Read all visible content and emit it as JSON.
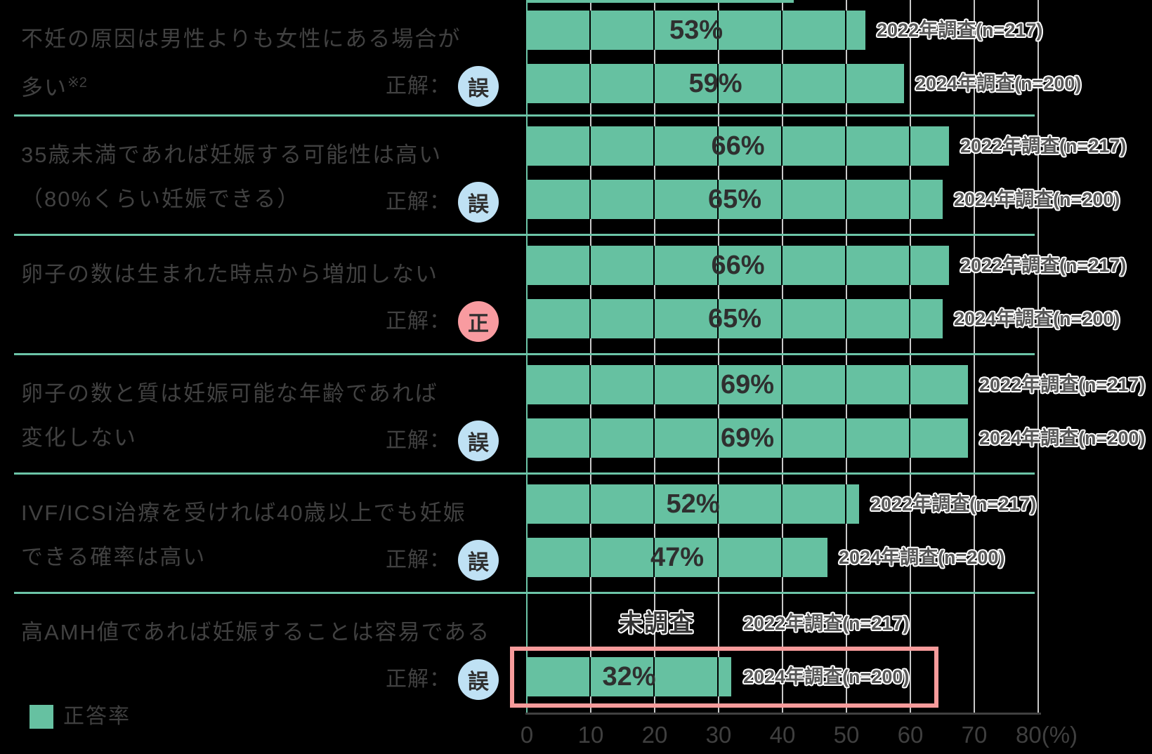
{
  "chart_data": {
    "type": "bar",
    "orientation": "horizontal",
    "unit": "%",
    "xlim": [
      0,
      80
    ],
    "xtick_labels": [
      "0",
      "10",
      "20",
      "30",
      "40",
      "50",
      "60",
      "70",
      "80(%)"
    ],
    "grid": true,
    "legend": {
      "label": "正答率"
    },
    "answer_prefix": "正解：",
    "not_surveyed_label": "未調査",
    "groups": [
      {
        "question_lines": [
          "不妊の原因は男性よりも女性にある場合が",
          "多い"
        ],
        "question_sup": "※2",
        "answer": "誤",
        "answer_type": "wrong",
        "bars": [
          {
            "series": "2022年調査(n=217)",
            "value": 53,
            "display": "53%"
          },
          {
            "series": "2024年調査(n=200)",
            "value": 59,
            "display": "59%"
          }
        ]
      },
      {
        "question_lines": [
          "35歳未満であれば妊娠する可能性は高い",
          "（80%くらい妊娠できる）"
        ],
        "answer": "誤",
        "answer_type": "wrong",
        "bars": [
          {
            "series": "2022年調査(n=217)",
            "value": 66,
            "display": "66%"
          },
          {
            "series": "2024年調査(n=200)",
            "value": 65,
            "display": "65%"
          }
        ]
      },
      {
        "question_lines": [
          "卵子の数は生まれた時点から増加しない"
        ],
        "answer": "正",
        "answer_type": "right",
        "bars": [
          {
            "series": "2022年調査(n=217)",
            "value": 66,
            "display": "66%"
          },
          {
            "series": "2024年調査(n=200)",
            "value": 65,
            "display": "65%"
          }
        ]
      },
      {
        "question_lines": [
          "卵子の数と質は妊娠可能な年齢であれば",
          "変化しない"
        ],
        "answer": "誤",
        "answer_type": "wrong",
        "bars": [
          {
            "series": "2022年調査(n=217)",
            "value": 69,
            "display": "69%"
          },
          {
            "series": "2024年調査(n=200)",
            "value": 69,
            "display": "69%"
          }
        ]
      },
      {
        "question_lines": [
          "IVF/ICSI治療を受ければ40歳以上でも妊娠",
          "できる確率は高い"
        ],
        "answer": "誤",
        "answer_type": "wrong",
        "bars": [
          {
            "series": "2022年調査(n=217)",
            "value": 52,
            "display": "52%"
          },
          {
            "series": "2024年調査(n=200)",
            "value": 47,
            "display": "47%"
          }
        ]
      },
      {
        "question_lines": [
          "高AMH値であれば妊娠することは容易である"
        ],
        "answer": "誤",
        "answer_type": "wrong",
        "bars": [
          {
            "series": "2022年調査(n=217)",
            "value": null,
            "display": "未調査",
            "not_surveyed": true
          },
          {
            "series": "2024年調査(n=200)",
            "value": 32,
            "display": "32%",
            "highlighted": true
          }
        ]
      }
    ],
    "colors": {
      "bar": "#66c1a1",
      "separator_line": "#6cc4a7",
      "gridline": "#c9c9c9",
      "highlight_box": "#f79b9b",
      "answer_wrong_circle": "#bfe1f4",
      "answer_right_circle": "#f89ba0",
      "background": "#000000"
    }
  }
}
